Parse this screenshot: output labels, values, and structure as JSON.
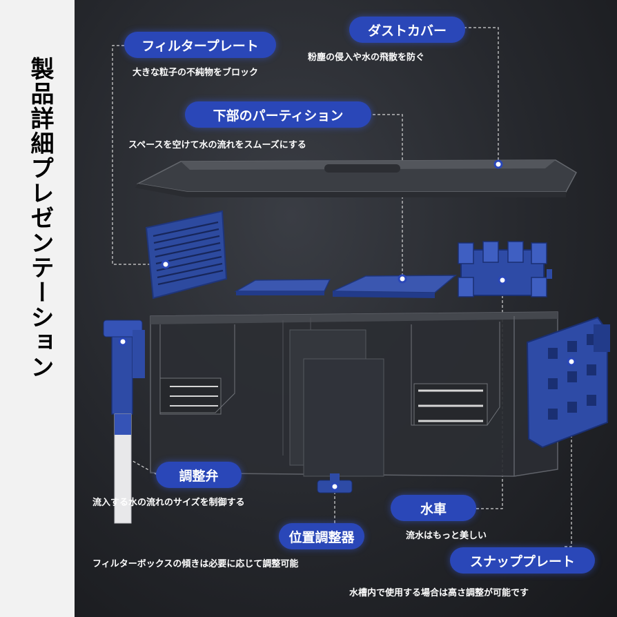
{
  "title": "製品詳細プレゼンテーション",
  "labels": {
    "filter_plate": {
      "name": "フィルタープレート",
      "desc": "大きな粒子の不純物をブロック"
    },
    "dust_cover": {
      "name": "ダストカバー",
      "desc": "粉塵の侵入や水の飛散を防ぐ"
    },
    "lower_partition": {
      "name": "下部のパーティション",
      "desc": "スペースを空けて水の流れをスムーズにする"
    },
    "valve": {
      "name": "調整弁",
      "desc": "流入する水の流れのサイズを制御する"
    },
    "position_adjuster": {
      "name": "位置調整器",
      "desc": "フィルターボックスの傾きは必要に応じて調整可能"
    },
    "water_wheel": {
      "name": "水車",
      "desc": "流水はもっと美しい"
    },
    "snap_plate": {
      "name": "スナッププレート",
      "desc": "水槽内で使用する場合は高さ調整が可能です"
    }
  },
  "colors": {
    "accent": "#2a47b8",
    "background": "#1e2024",
    "left_band": "#f2f2f2"
  }
}
